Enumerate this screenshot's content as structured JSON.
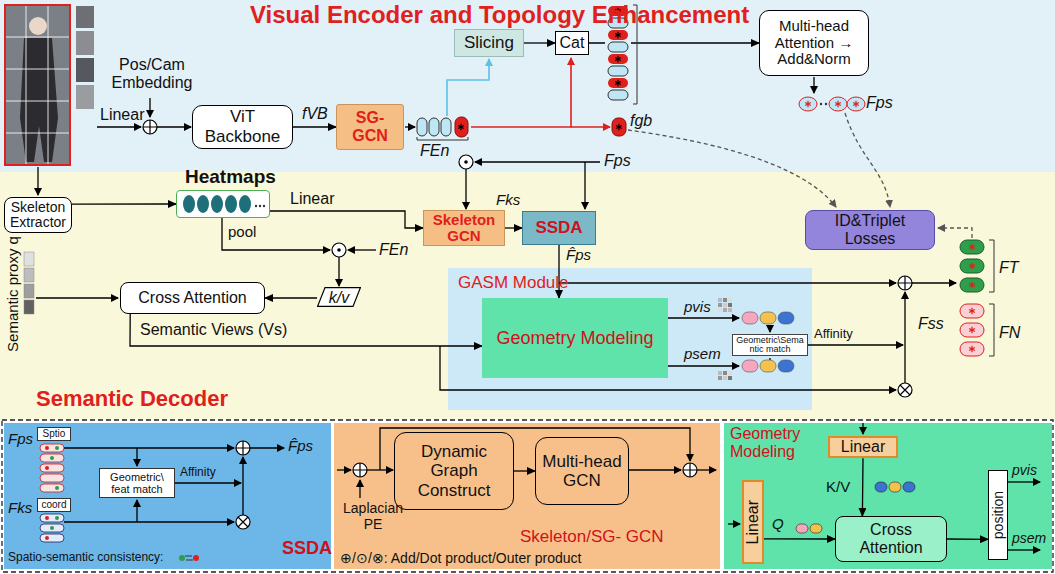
{
  "diagram": {
    "nodes": [
      {
        "text": [
          "Visual Encoder and Topology Enhancement"
        ]
      },
      {
        "text": [
          "ViT Backbone"
        ],
        "in": 0
      },
      {
        "text": [
          "SG-GCN"
        ],
        "in": 0
      },
      {
        "text": [
          "Slicing"
        ],
        "in": 0
      },
      {
        "text": [
          "Cat"
        ],
        "in": 0
      },
      {
        "text": [
          "Multi-head Attention → Add&Norm"
        ],
        "in": 0
      },
      {
        "text": [
          "Semantic Decoder"
        ]
      },
      {
        "text": [
          "Skeleton Extractor"
        ],
        "in": 6
      },
      {
        "text": [
          "Heatmaps"
        ],
        "in": 6
      },
      {
        "text": [
          "Skeleton GCN"
        ],
        "in": 6
      },
      {
        "text": [
          "SSDA"
        ],
        "in": 6
      },
      {
        "text": [
          "ID&Triplet Losses"
        ],
        "in": 6
      },
      {
        "text": [
          "Cross Attention"
        ],
        "in": 6
      },
      {
        "text": [
          "k/v"
        ],
        "in": 6
      },
      {
        "text": [
          "GASM Module"
        ],
        "in": 6
      },
      {
        "text": [
          "Geometry Modeling"
        ],
        "in": 14
      },
      {
        "text": [
          "Geometric\\Semantic match"
        ],
        "in": 14
      },
      {
        "text": [
          "SSDA"
        ]
      },
      {
        "text": [
          "Sptio"
        ],
        "in": 17
      },
      {
        "text": [
          "coord"
        ],
        "in": 17
      },
      {
        "text": [
          "Geometric\\ feat match"
        ],
        "in": 17
      },
      {
        "text": [
          "Skeleton/SG- GCN"
        ]
      },
      {
        "text": [
          "Dynamic Graph Construct"
        ],
        "in": 21
      },
      {
        "text": [
          "Multi-head GCN"
        ],
        "in": 21
      },
      {
        "text": [
          "Geometry Modeling"
        ]
      },
      {
        "text": [
          "Linear"
        ],
        "in": 24
      },
      {
        "text": [
          "Linear"
        ],
        "in": 24
      },
      {
        "text": [
          "Cross Attention"
        ],
        "in": 24
      },
      {
        "text": [
          "position"
        ],
        "in": 24
      }
    ],
    "edges": [
      {
        "from": 1,
        "to": 2,
        "arrow": "to",
        "label": "fVB"
      },
      {
        "from": 3,
        "to": 4,
        "arrow": "to"
      },
      {
        "from": 4,
        "to": 5,
        "arrow": "to"
      },
      {
        "from": 7,
        "to": 8,
        "arrow": "to"
      },
      {
        "from": 8,
        "to": 9,
        "arrow": "to",
        "label": "Linear"
      },
      {
        "from": 9,
        "to": 10,
        "arrow": "to",
        "label": "Fks"
      },
      {
        "from": 10,
        "to": 15,
        "arrow": "to",
        "label": "F̂ps"
      },
      {
        "from": 13,
        "to": 12,
        "arrow": "to"
      },
      {
        "from": 12,
        "to": 15,
        "arrow": "to",
        "label": "Semantic Views (Vs)"
      },
      {
        "from": 22,
        "to": 23,
        "arrow": "to"
      },
      {
        "from": 25,
        "to": 27,
        "arrow": "to",
        "label": "K/V"
      },
      {
        "from": 26,
        "to": 27,
        "arrow": "to",
        "label": "Q"
      },
      {
        "from": 27,
        "to": 28,
        "arrow": "to"
      }
    ],
    "labels": [
      "Pos/Cam Embedding",
      "Linear",
      "FEn",
      "fgb",
      "Fps",
      "pool",
      "FEn",
      "Fps",
      "Semantic proxy q",
      "pvis",
      "psem",
      "Affinity",
      "Fss",
      "FT",
      "FN",
      "Fps",
      "Fks",
      "F̂ps",
      "Affinity",
      "Spatio-semantic consistency:",
      "⊕/⊙/⊗: Add/Dot product/Outer product",
      "Laplacian PE",
      "pvis",
      "psem"
    ]
  }
}
